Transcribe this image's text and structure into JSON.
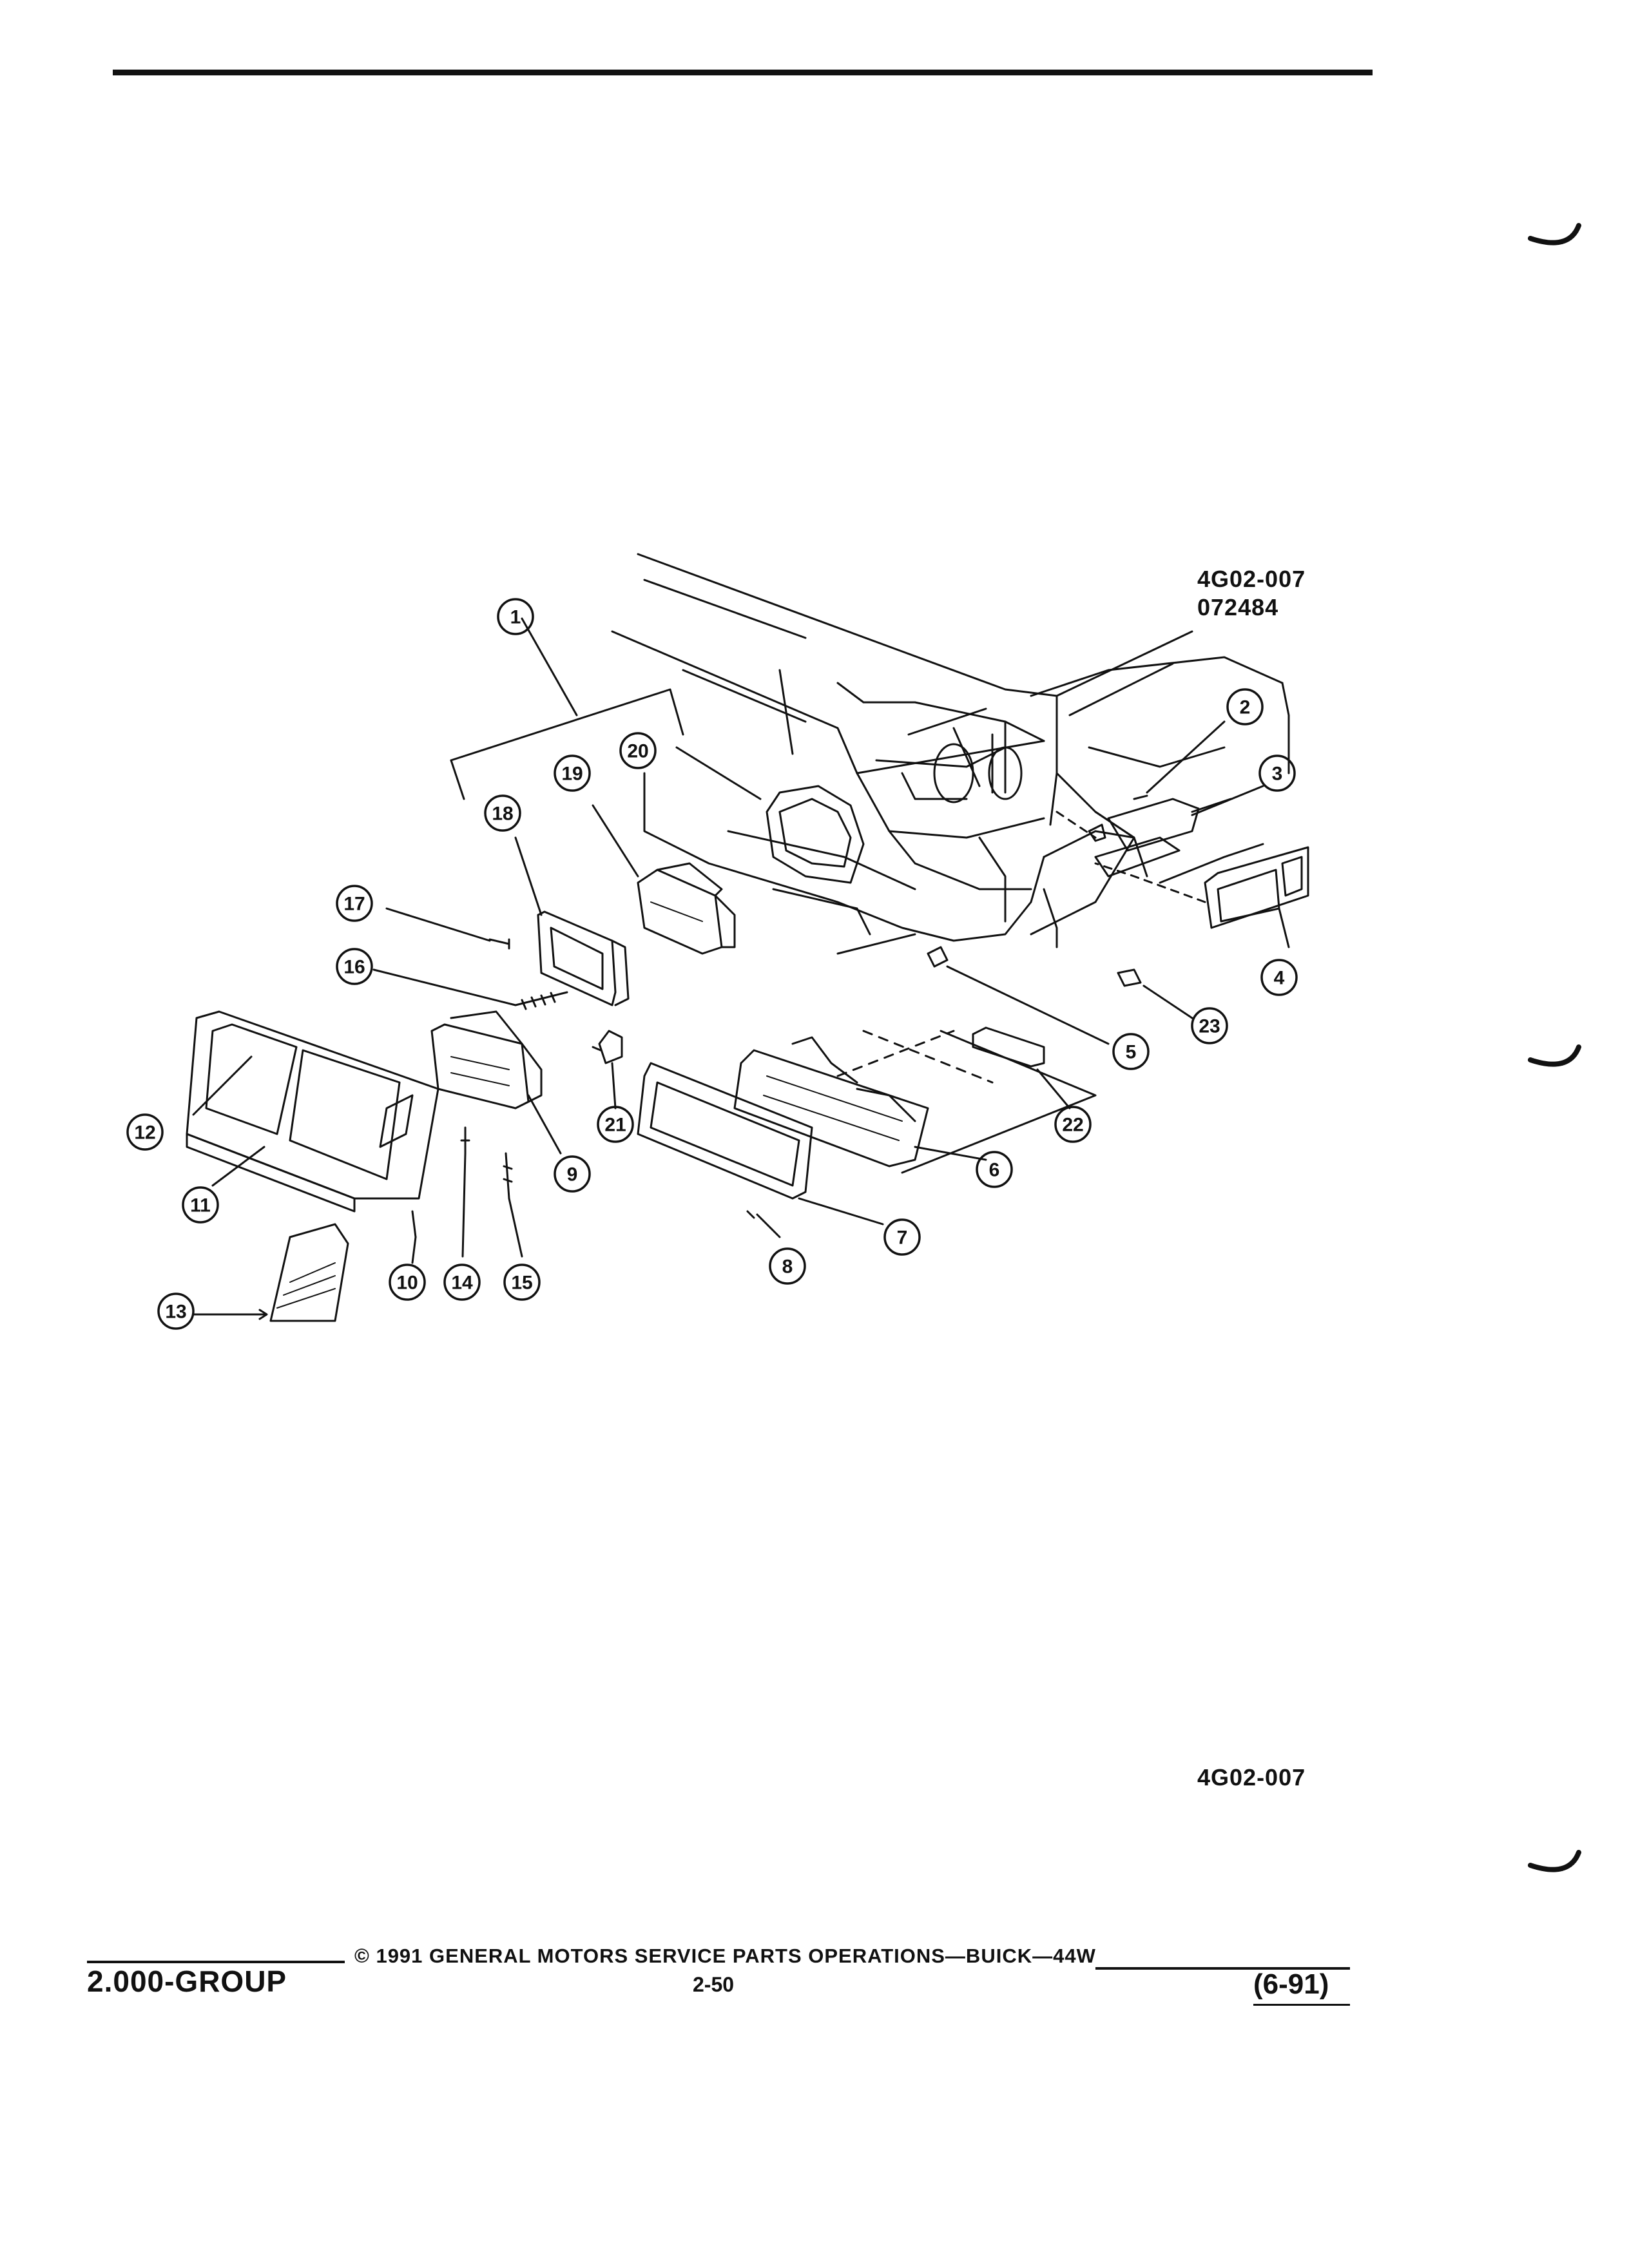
{
  "drawing_code_top": "4G02-007",
  "drawing_date": "072484",
  "drawing_code_bottom": "4G02-007",
  "footer": {
    "group": "2.000-GROUP",
    "copyright": "© 1991 GENERAL MOTORS SERVICE PARTS OPERATIONS—BUICK—44W",
    "page": "2-50",
    "revision": "(6-91)"
  },
  "callouts": [
    "1",
    "2",
    "3",
    "4",
    "5",
    "6",
    "7",
    "8",
    "9",
    "10",
    "11",
    "12",
    "13",
    "14",
    "15",
    "16",
    "17",
    "18",
    "19",
    "20",
    "21",
    "22",
    "23"
  ]
}
